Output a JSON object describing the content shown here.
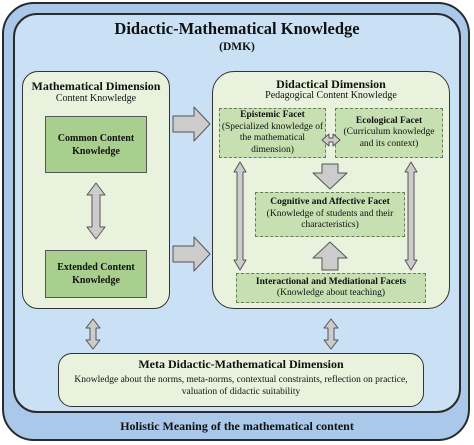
{
  "title": "Didactic-Mathematical Knowledge",
  "subtitle": "(DMK)",
  "mathematical": {
    "heading": "Mathematical Dimension",
    "subheading": "Content Knowledge",
    "common": "Common Content Knowledge",
    "extended": "Extended Content Knowledge"
  },
  "didactical": {
    "heading": "Didactical Dimension",
    "subheading": "Pedagogical Content Knowledge",
    "epistemic": {
      "title": "Epistemic Facet",
      "body": "(Specialized knowledge of the mathematical dimension)"
    },
    "ecological": {
      "title": "Ecological Facet",
      "body": "(Curriculum knowledge and its context)"
    },
    "cognitive": {
      "title": "Cognitive and Affective Facet",
      "body": "(Knowledge of students and their characteristics)"
    },
    "interactional": {
      "title": "Interactional and Mediational Facets",
      "body": "(Knowledge about teaching)"
    }
  },
  "meta": {
    "heading": "Meta Didactic-Mathematical Dimension",
    "body": "Knowledge about the norms, meta-norms, contextual constraints, reflection on practice, valuation of didactic suitability"
  },
  "footer": "Holistic Meaning of the mathematical content",
  "colors": {
    "outer": "#a9c8ea",
    "inner": "#c9e0f5",
    "panel": "#e8f2dc",
    "box": "#a8cf8d",
    "facet": "#c6e0b2",
    "arrow_fill": "#cccccc"
  }
}
